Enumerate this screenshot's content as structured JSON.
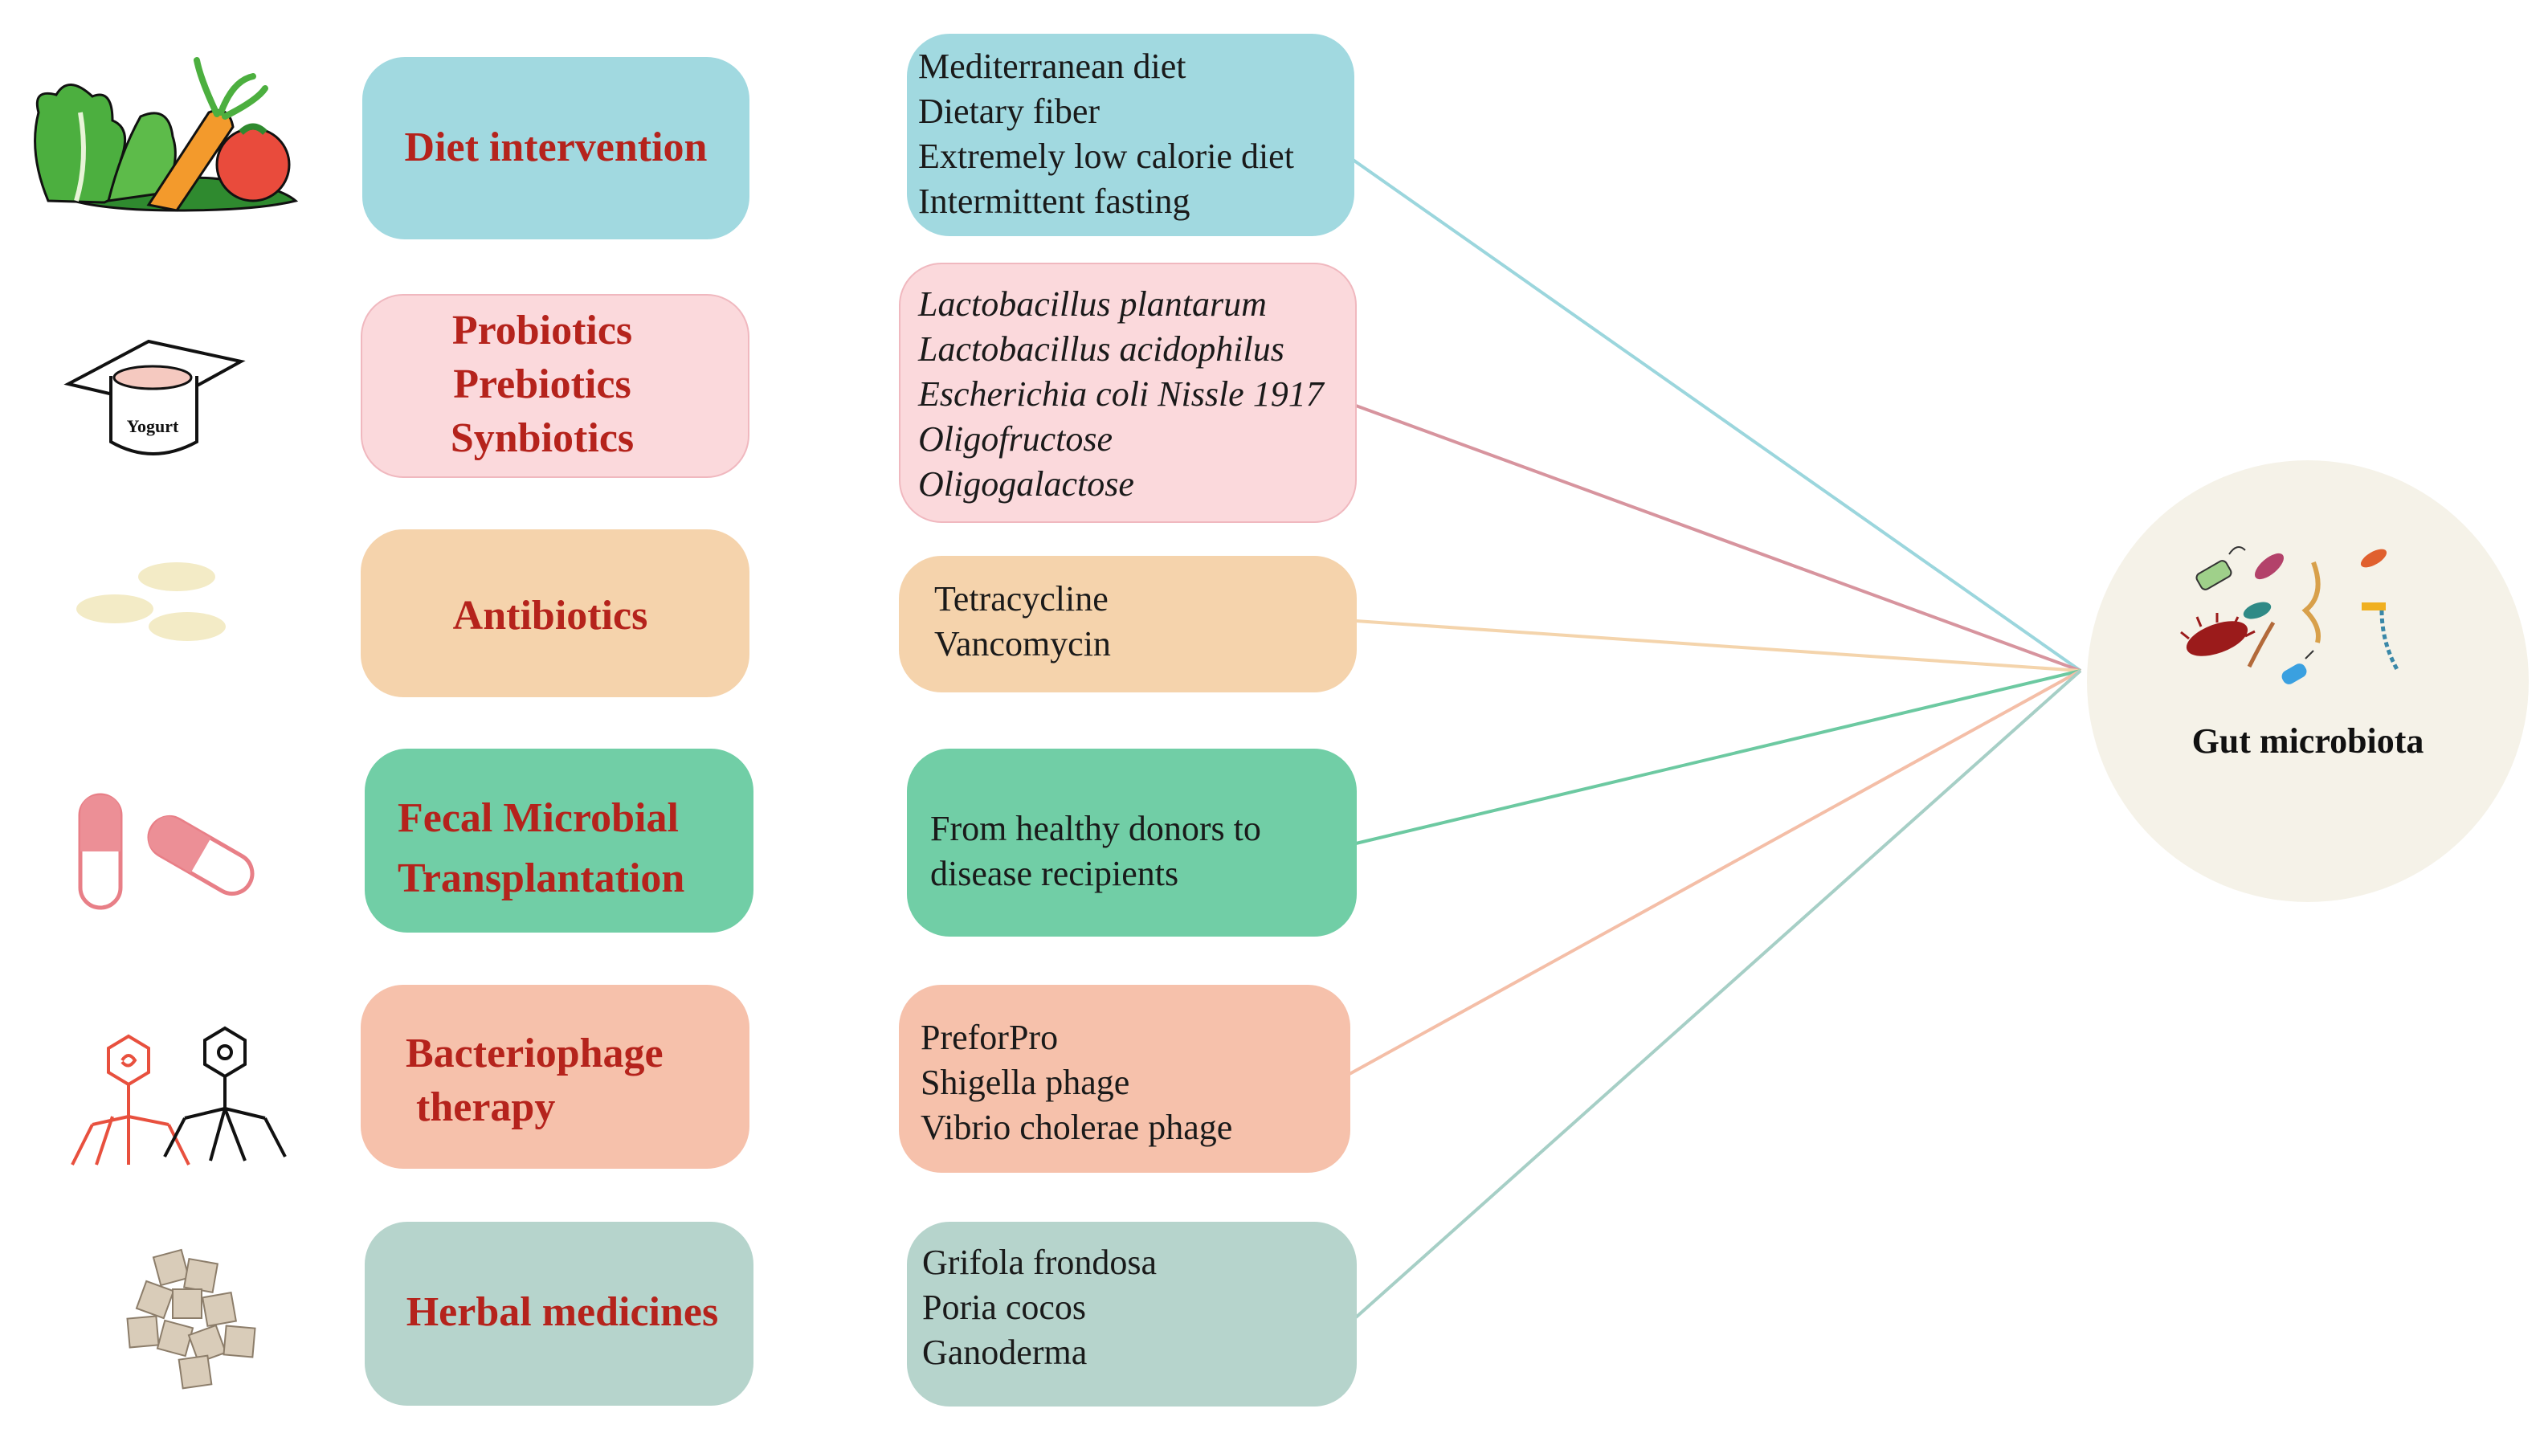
{
  "rows": [
    {
      "key": "diet",
      "category": [
        "Diet intervention"
      ],
      "details": [
        "Mediterranean diet",
        "Dietary fiber",
        "Extremely low calorie diet",
        "Intermittent fasting"
      ],
      "italic": false,
      "fill": "#a1d9e0",
      "stroke": "#a1d9e0",
      "line": "#9bd6dd",
      "icon": "vegetables-icon"
    },
    {
      "key": "biotics",
      "category": [
        "Probiotics",
        "Prebiotics",
        "Synbiotics"
      ],
      "details": [
        "Lactobacillus plantarum",
        "Lactobacillus acidophilus",
        "Escherichia coli Nissle 1917",
        "Oligofructose",
        "Oligogalactose"
      ],
      "italic": true,
      "fill": "#fbd9dc",
      "stroke": "#f0b8bf",
      "line": "#d7949e",
      "icon": "yogurt-icon",
      "icon_label": "Yogurt"
    },
    {
      "key": "antibiotics",
      "category": [
        "Antibiotics"
      ],
      "details": [
        "Tetracycline",
        "Vancomycin"
      ],
      "italic": false,
      "fill": "#f5d3ac",
      "stroke": "#f5d3ac",
      "line": "#f4d4ac",
      "icon": "tablets-icon"
    },
    {
      "key": "fmt",
      "category": [
        "Fecal Microbial",
        "Transplantation"
      ],
      "details": [
        "From healthy donors to",
        "disease recipients"
      ],
      "italic": false,
      "fill": "#71cea6",
      "stroke": "#71cea6",
      "line": "#6cc9a1",
      "icon": "capsules-icon"
    },
    {
      "key": "phage",
      "category": [
        "Bacteriophage",
        "therapy"
      ],
      "details": [
        "PreforPro",
        "Shigella phage",
        "Vibrio cholerae phage"
      ],
      "italic": false,
      "fill": "#f6c1ab",
      "stroke": "#f6c1ab",
      "line": "#f4bea7",
      "icon": "bacteriophage-icon"
    },
    {
      "key": "herbal",
      "category": [
        "Herbal medicines"
      ],
      "details": [
        "Grifola frondosa",
        "Poria cocos",
        "Ganoderma"
      ],
      "italic": false,
      "fill": "#b6d4cc",
      "stroke": "#b6d4cc",
      "line": "#a6cfc6",
      "icon": "herbal-cubes-icon"
    }
  ],
  "hub": {
    "label": "Gut microbiota",
    "fill": "#f5f2e8",
    "icon": "bacteria-cluster-icon"
  }
}
